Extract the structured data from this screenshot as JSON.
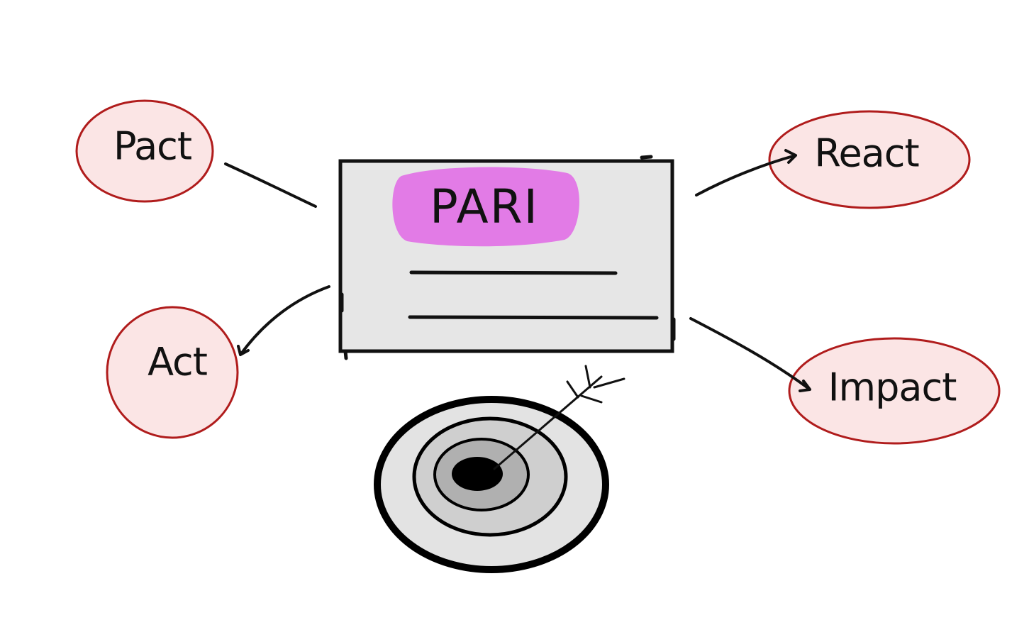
{
  "diagram": {
    "center_card": {
      "title": "PARI",
      "title_highlight_color": "#e27be6",
      "card_fill": "#e6e6e6",
      "card_stroke": "#111111"
    },
    "nodes": [
      {
        "id": "pact",
        "label": "Pact"
      },
      {
        "id": "react",
        "label": "React"
      },
      {
        "id": "act",
        "label": "Act"
      },
      {
        "id": "impact",
        "label": "Impact"
      }
    ],
    "node_style": {
      "fill": "#fbe5e5",
      "stroke": "#b01c1c"
    },
    "target": {
      "icon": "target-with-arrow-icon",
      "ring_colors": [
        "#e3e3e3",
        "#cfcfcf",
        "#b0b0b0",
        "#000000"
      ]
    }
  }
}
